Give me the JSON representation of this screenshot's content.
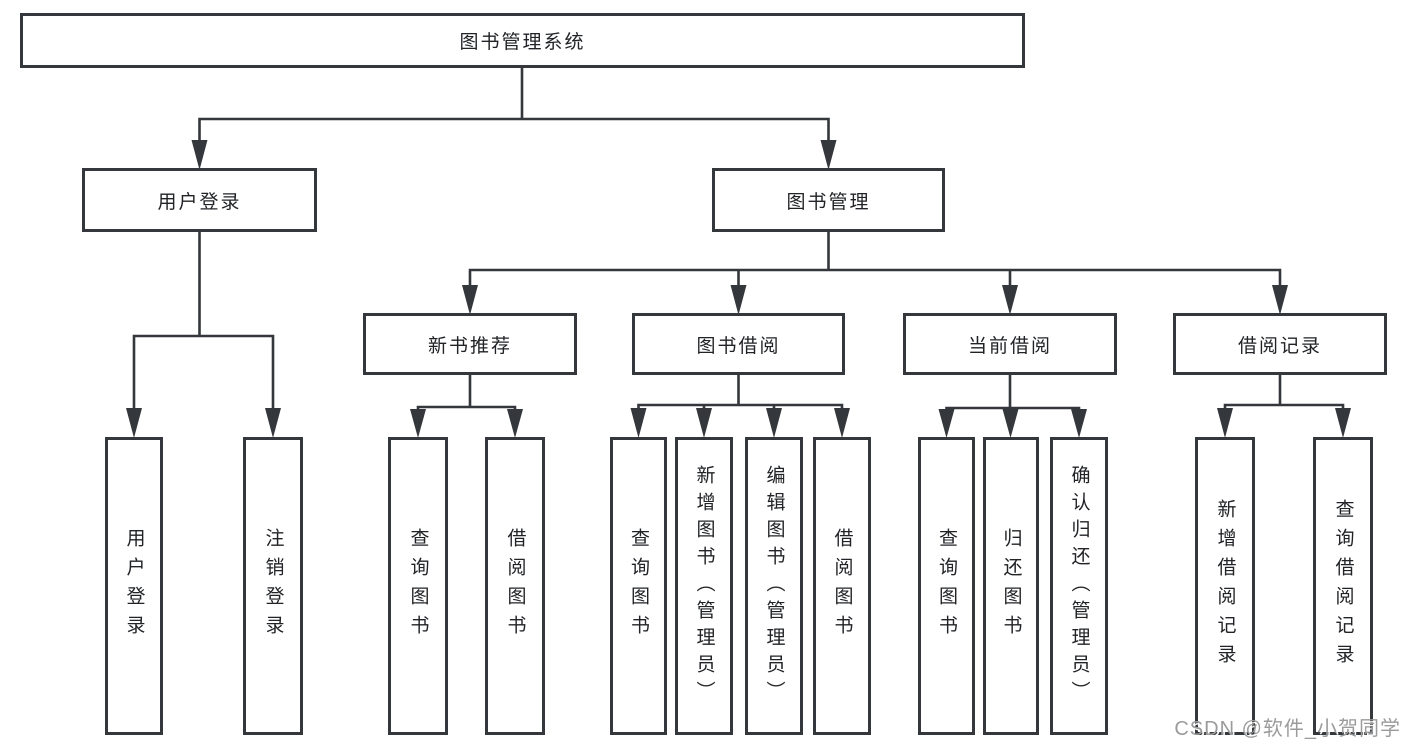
{
  "diagram": {
    "root": {
      "label": "图书管理系统"
    },
    "level2": [
      {
        "label": "用户登录",
        "parent": "图书管理系统"
      },
      {
        "label": "图书管理",
        "parent": "图书管理系统"
      }
    ],
    "level3": [
      {
        "label": "新书推荐",
        "parent": "图书管理"
      },
      {
        "label": "图书借阅",
        "parent": "图书管理"
      },
      {
        "label": "当前借阅",
        "parent": "图书管理"
      },
      {
        "label": "借阅记录",
        "parent": "图书管理"
      }
    ],
    "leaves": [
      {
        "label": "用户登录",
        "parent": "用户登录"
      },
      {
        "label": "注销登录",
        "parent": "用户登录"
      },
      {
        "label": "查询图书",
        "parent": "新书推荐"
      },
      {
        "label": "借阅图书",
        "parent": "新书推荐"
      },
      {
        "label": "查询图书",
        "parent": "图书借阅"
      },
      {
        "label": "新增图书（管理员）",
        "parent": "图书借阅"
      },
      {
        "label": "编辑图书（管理员）",
        "parent": "图书借阅"
      },
      {
        "label": "借阅图书",
        "parent": "图书借阅"
      },
      {
        "label": "查询图书",
        "parent": "当前借阅"
      },
      {
        "label": "归还图书",
        "parent": "当前借阅"
      },
      {
        "label": "确认归还（管理员）",
        "parent": "当前借阅"
      },
      {
        "label": "新增借阅记录",
        "parent": "借阅记录"
      },
      {
        "label": "查询借阅记录",
        "parent": "借阅记录"
      }
    ],
    "colors": {
      "line": "#34373b",
      "box_border": "#34373b",
      "text": "#212326",
      "background": "#ffffff"
    }
  },
  "watermark": {
    "text": "CSDN @软件_小贺同学",
    "color": "#9b9b9b"
  }
}
